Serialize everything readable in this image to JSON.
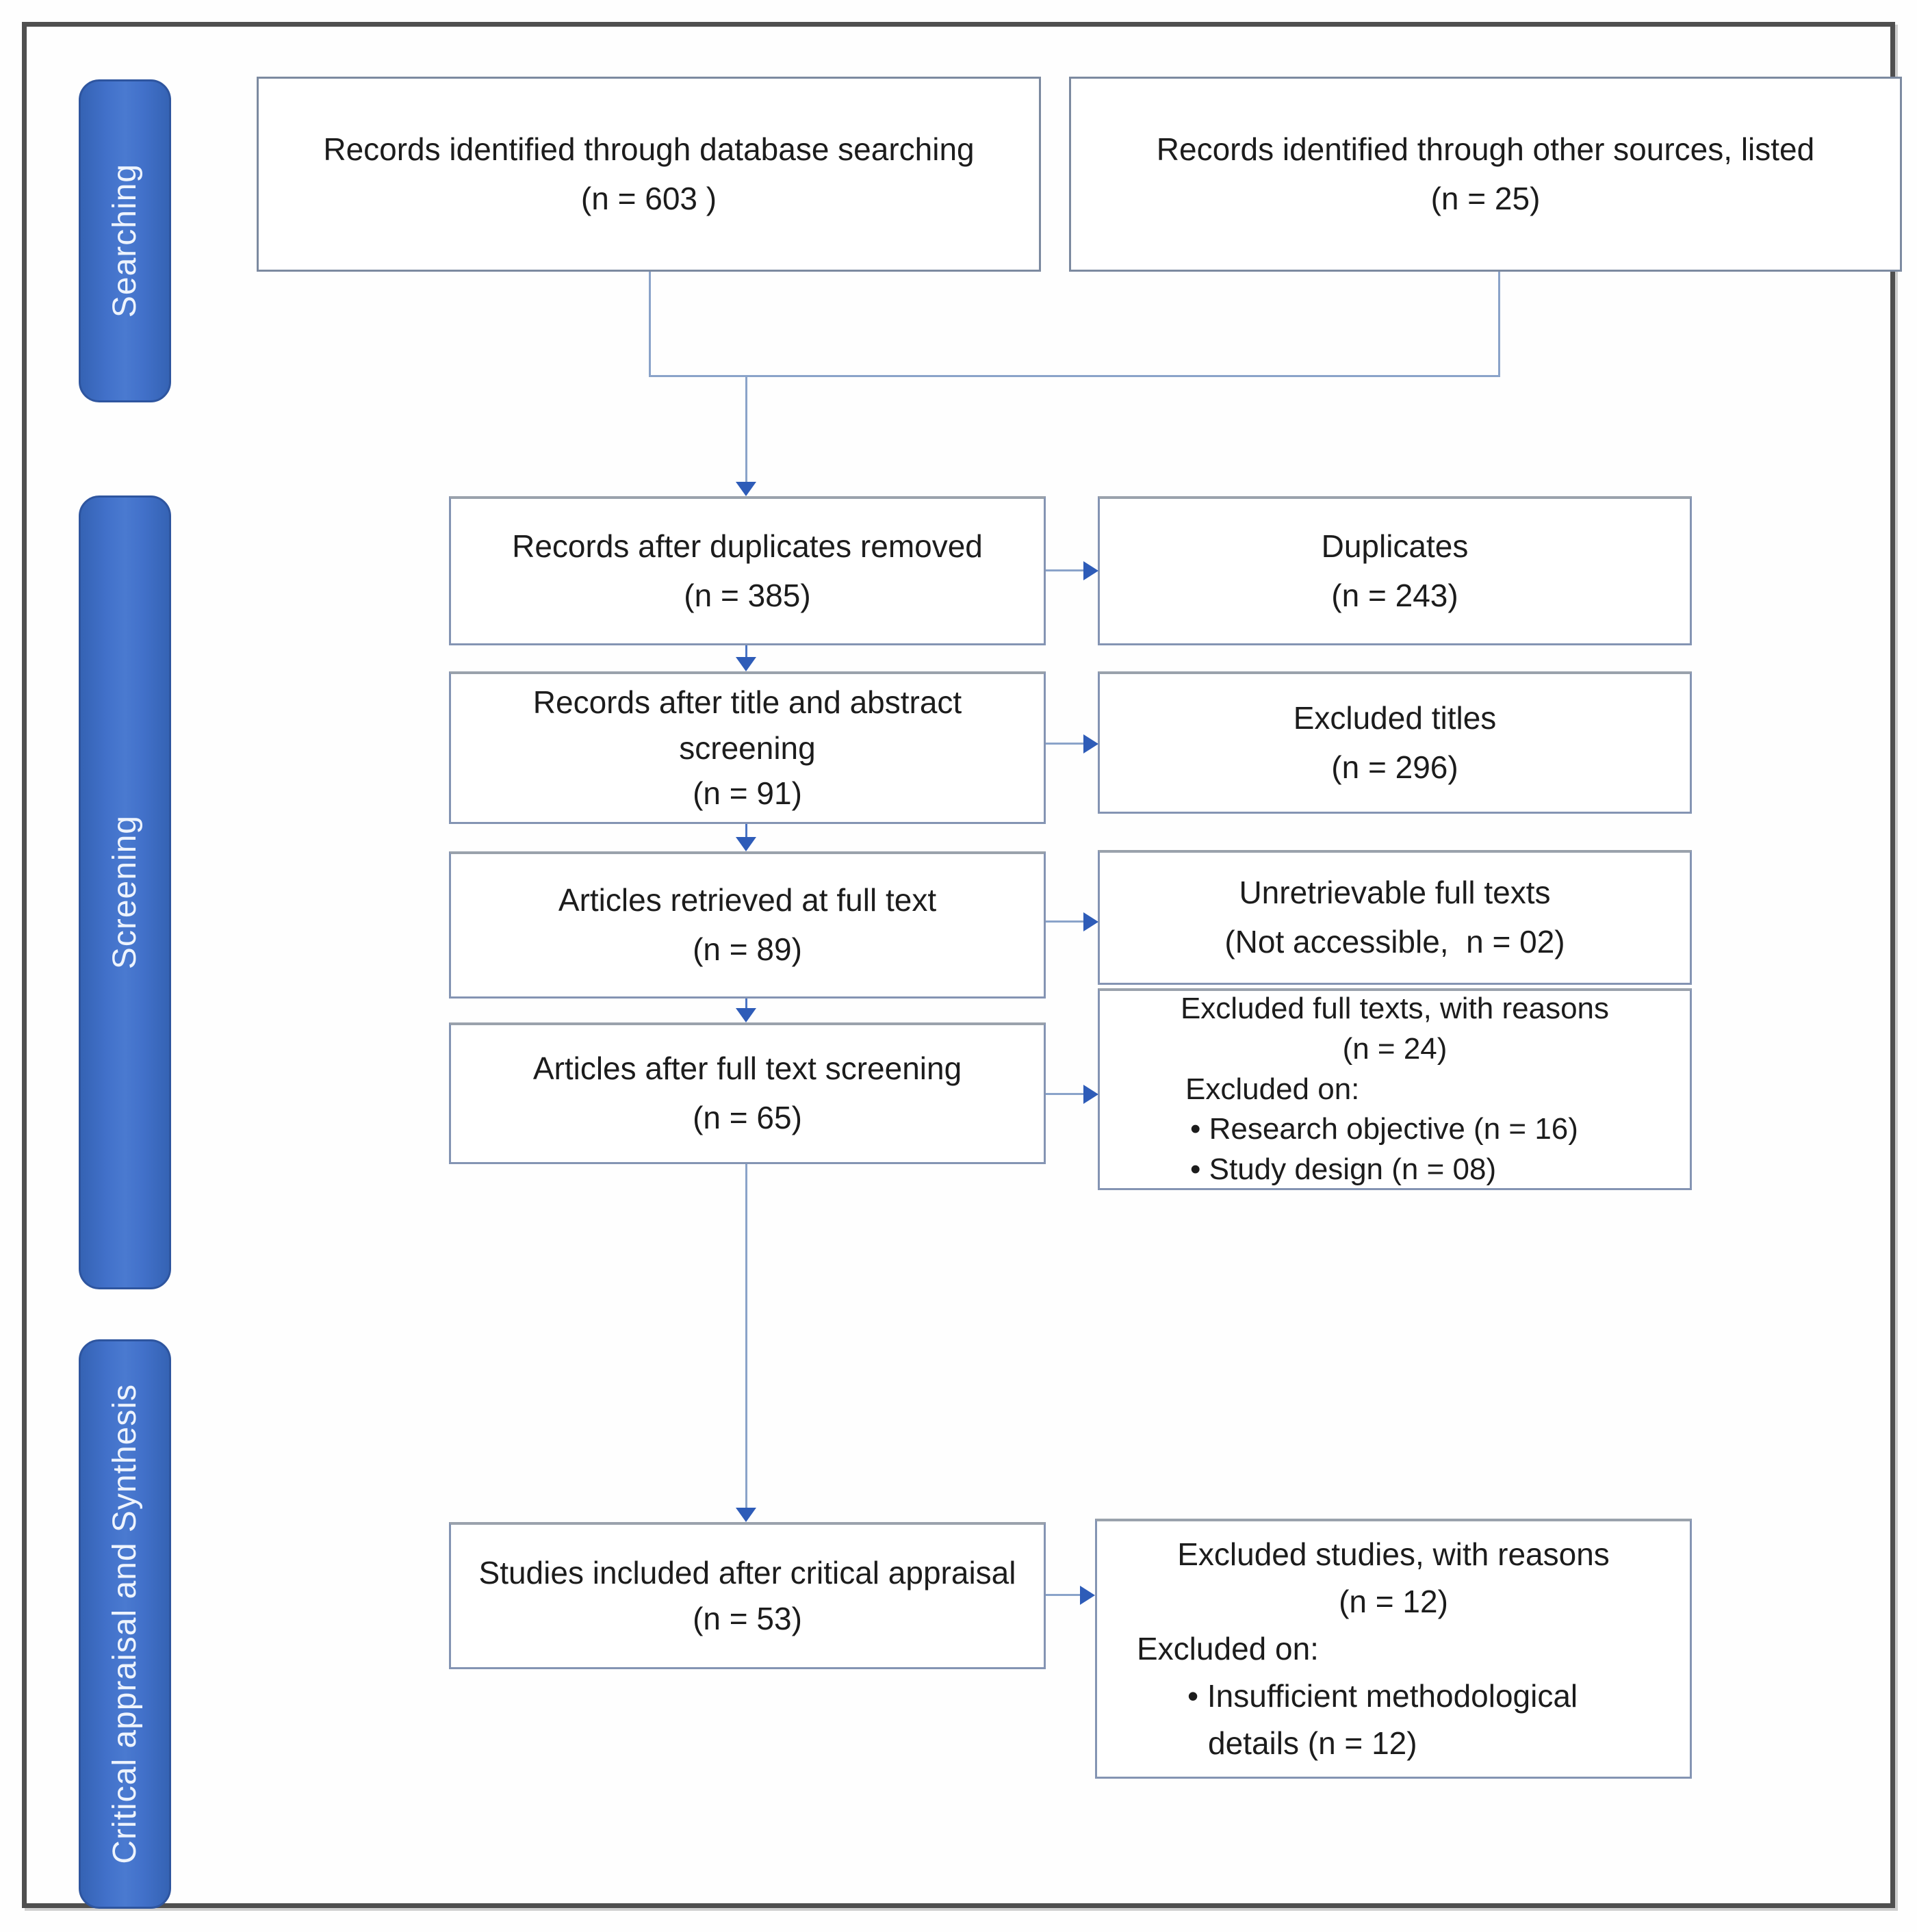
{
  "diagram_title": "PRISMA-style study selection flow diagram",
  "sidebar": {
    "labels": [
      {
        "text": "Searching"
      },
      {
        "text": "Screening"
      },
      {
        "text": "Critical appraisal and Synthesis"
      }
    ]
  },
  "boxes": {
    "db_search": {
      "line1": "Records identified through database searching",
      "line2": "(n = 603 )"
    },
    "other_sources": {
      "line1": "Records identified through other sources, listed",
      "line2": "(n = 25)"
    },
    "after_duplicates": {
      "line1": "Records after duplicates removed",
      "line2": "(n = 385)"
    },
    "duplicates": {
      "line1": "Duplicates",
      "line2": "(n = 243)"
    },
    "title_abstract": {
      "line1": "Records after title and abstract screening",
      "line2": "(n = 91)"
    },
    "excluded_titles": {
      "line1": "Excluded titles",
      "line2": "(n = 296)"
    },
    "fulltext_retrieved": {
      "line1": "Articles retrieved at full text",
      "line2": "(n = 89)"
    },
    "unretrievable": {
      "line1": "Unretrievable full texts",
      "line2": "(Not accessible,  n = 02)"
    },
    "fulltext_screening": {
      "line1": "Articles after full text screening",
      "line2": "(n = 65)"
    },
    "excluded_fulltexts": {
      "line1": "Excluded full texts, with reasons",
      "line2": "(n = 24)",
      "line3": "Excluded on:",
      "bullets": [
        "• Research objective (n = 16)",
        "• Study design (n = 08)"
      ]
    },
    "included_critical": {
      "line1": "Studies included after critical appraisal",
      "line2": "(n = 53)"
    },
    "excluded_studies": {
      "line1": "Excluded studies, with reasons",
      "line2": "(n = 12)",
      "line3": "Excluded on:",
      "bullets": [
        "• Insufficient methodological details (n = 12)"
      ]
    }
  },
  "counts": {
    "database_searching": 603,
    "other_sources": 25,
    "after_duplicates": 385,
    "duplicates_removed": 243,
    "after_title_abstract": 91,
    "excluded_titles": 296,
    "fulltext_retrieved": 89,
    "unretrievable": 2,
    "after_fulltext_screening": 65,
    "excluded_fulltexts": 24,
    "excluded_research_objective": 16,
    "excluded_study_design": 8,
    "included_after_appraisal": 53,
    "excluded_studies": 12,
    "insufficient_methodological_details": 12
  },
  "colors": {
    "sidebar_blue": "#3d6cc3",
    "sidebar_blue_dark": "#2d549c",
    "sidebar_text": "#eef4fd",
    "box_border": "#8494b3",
    "box_border_top": "#9aa2ac",
    "frame_border": "#4f4f4f",
    "line": "#8aa3c9",
    "arrow": "#2e5cb8",
    "arrow_line": "#4a74c4",
    "text": "#1c1c1c",
    "bg": "#fefefe"
  }
}
